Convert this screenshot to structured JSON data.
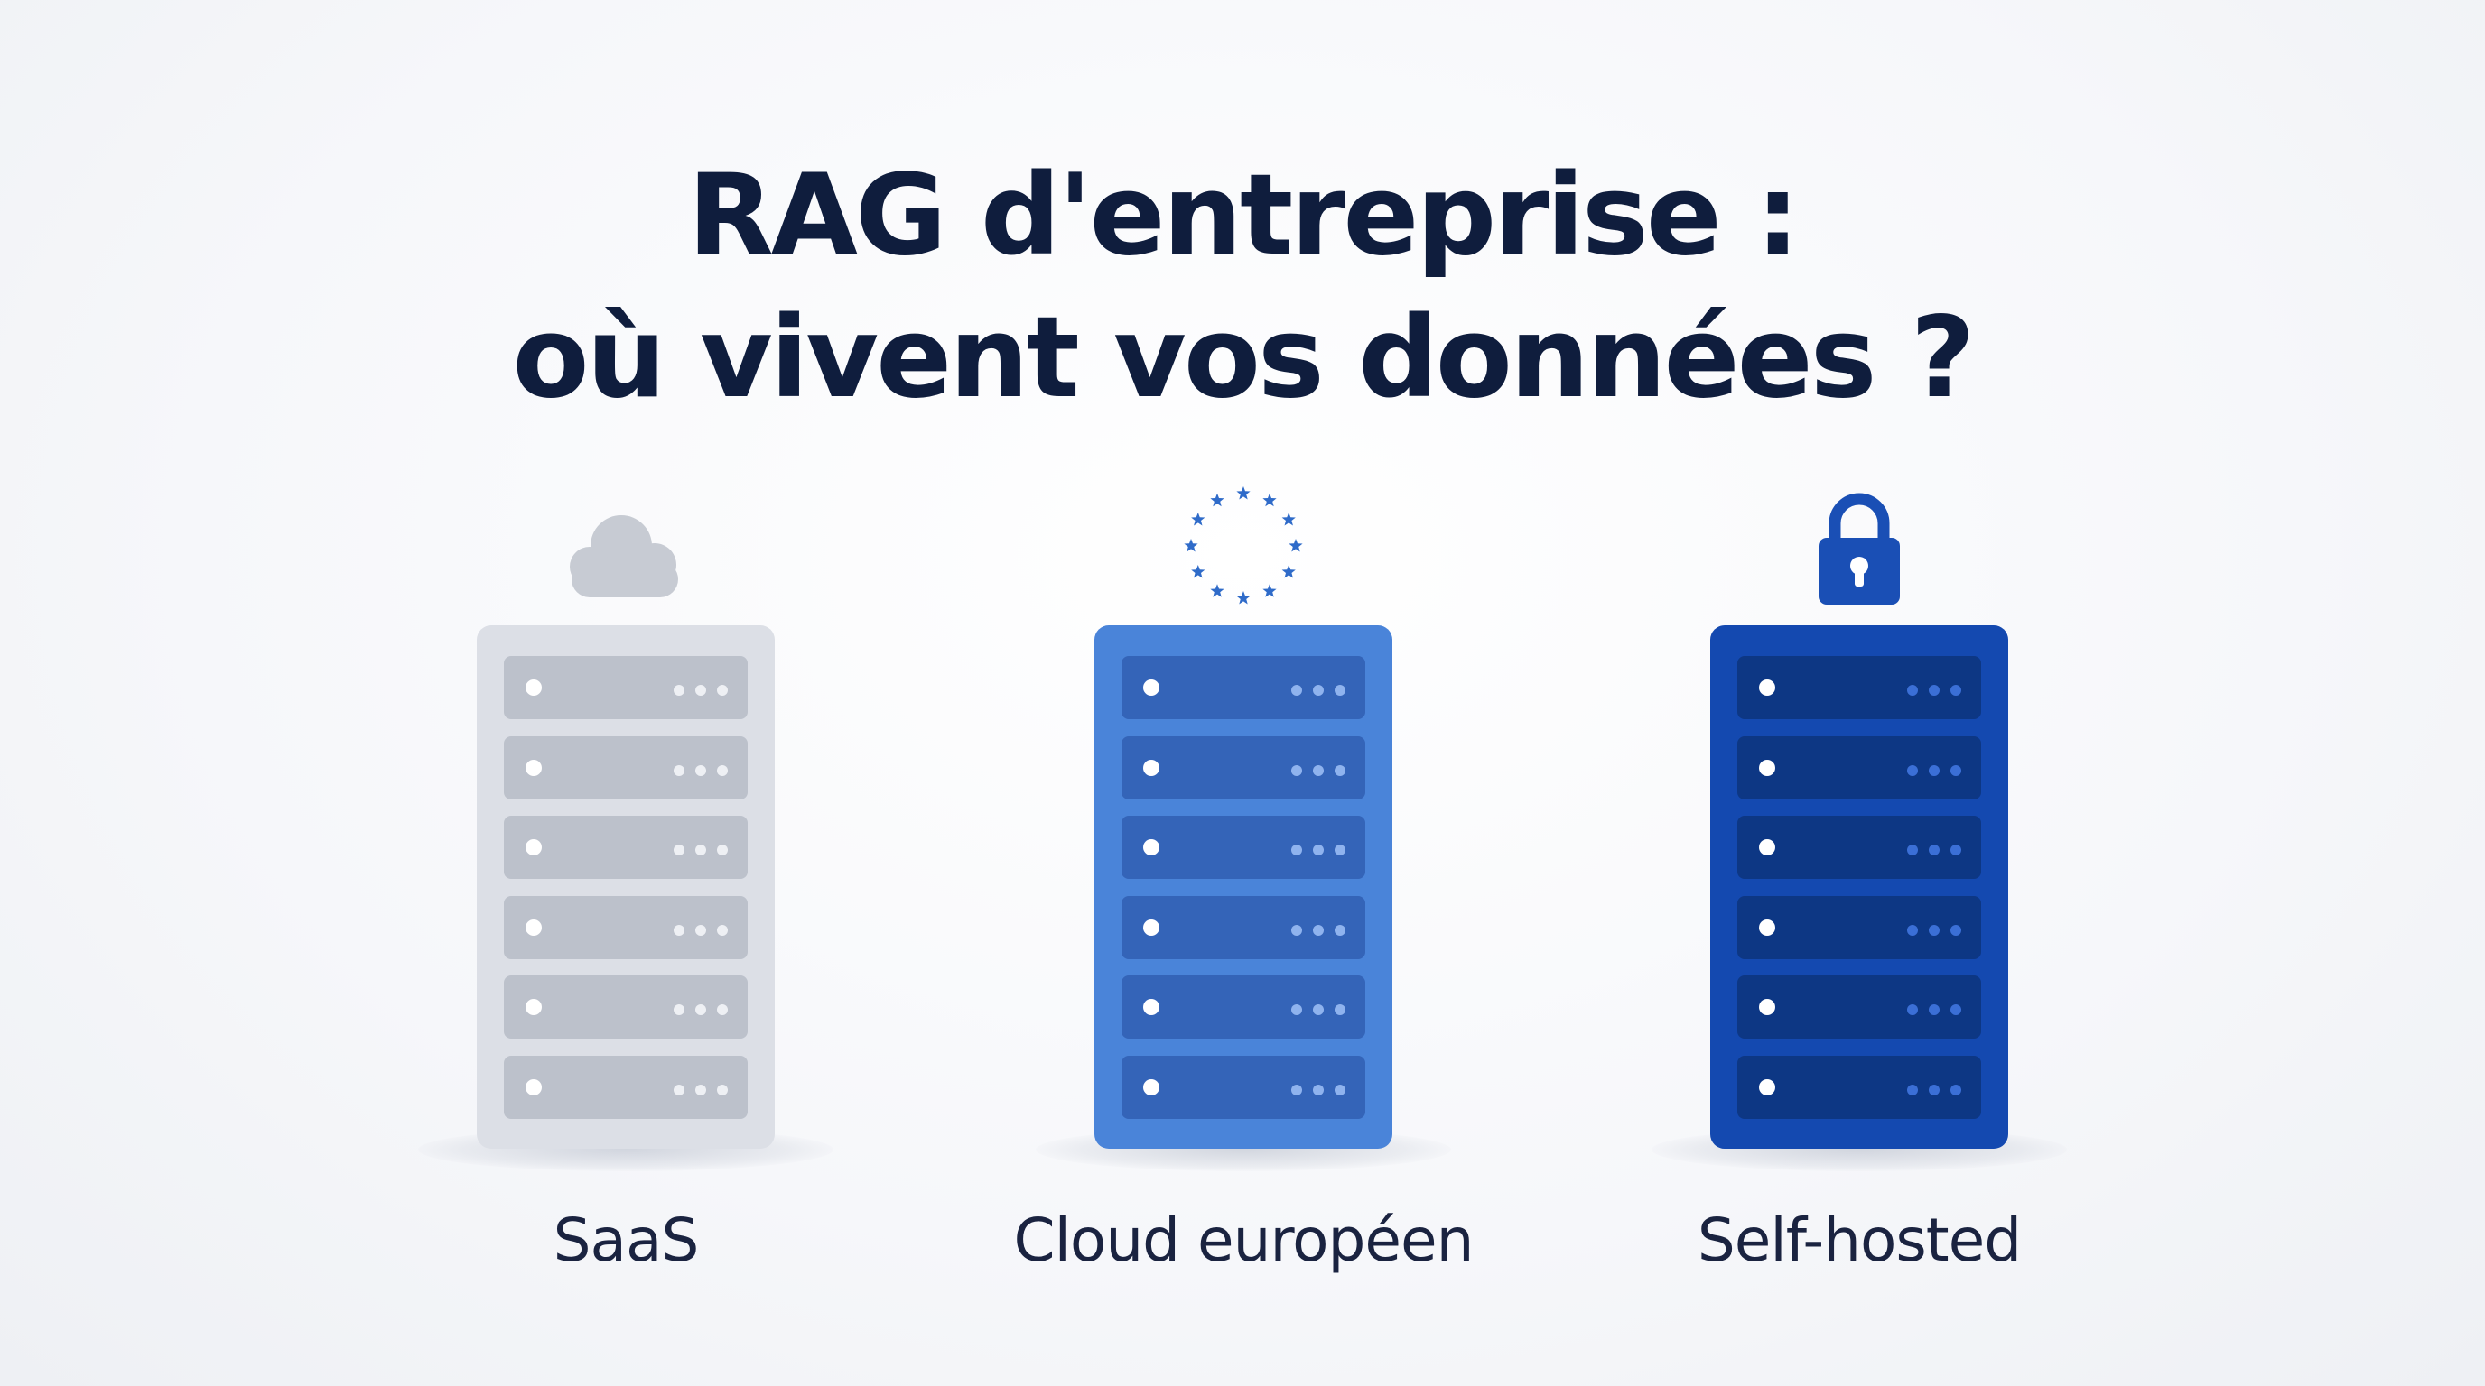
{
  "title": {
    "line1": "RAG d'entreprise :",
    "line2": "où vivent vos données ?"
  },
  "options": [
    {
      "label": "SaaS",
      "icon": "cloud-icon",
      "rack_color": "#dcdfe6",
      "unit_color": "#bcc1cb"
    },
    {
      "label": "Cloud européen",
      "icon": "eu-stars-icon",
      "rack_color": "#4a84d9",
      "unit_color": "#3464b8"
    },
    {
      "label": "Self-hosted",
      "icon": "padlock-icon",
      "rack_color": "#1449b0",
      "unit_color": "#0d3784"
    }
  ],
  "colors": {
    "title": "#0f1d3d",
    "label": "#1a2340",
    "eu_star": "#2f6bc9",
    "cloud": "#c7cbd3",
    "lock": "#1a4fb5"
  }
}
